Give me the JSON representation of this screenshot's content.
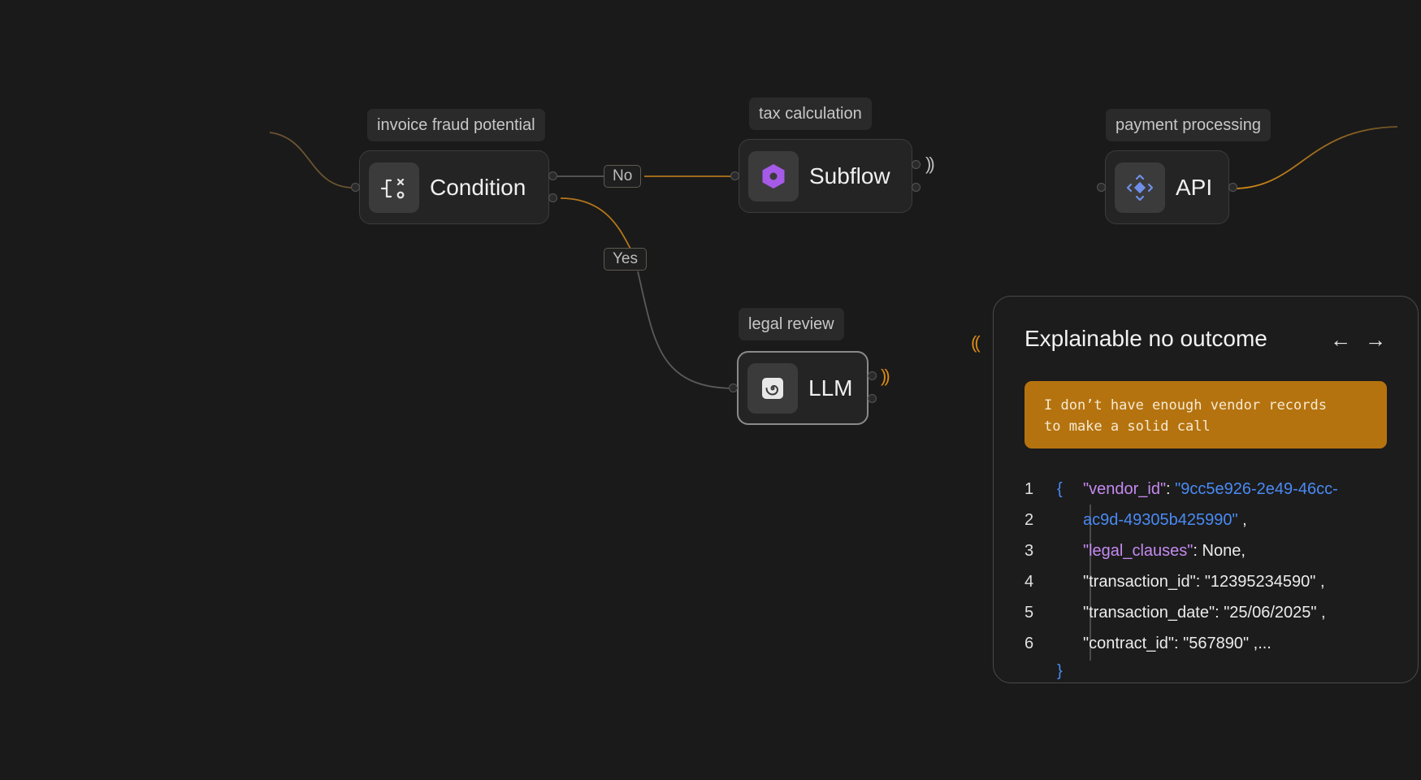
{
  "nodes": {
    "condition": {
      "tag": "invoice fraud potential",
      "label": "Condition",
      "icon": "condition-icon"
    },
    "subflow": {
      "tag": "tax calculation",
      "label": "Subflow",
      "icon": "subflow-hexagon-icon",
      "icon_color": "#a55ae8"
    },
    "api": {
      "tag": "payment processing",
      "label": "API",
      "icon": "api-arrows-icon",
      "icon_color": "#6f8fe8"
    },
    "llm": {
      "tag": "legal review",
      "label": "LLM",
      "icon": "llm-spiral-icon"
    }
  },
  "edge_labels": {
    "no": "No",
    "yes": "Yes"
  },
  "colors": {
    "accent": "#d88a14",
    "alert_bg": "#b5730f",
    "key": "#c58af0",
    "string": "#4a8af4"
  },
  "panel": {
    "title": "Explainable no outcome",
    "prev_icon": "←",
    "next_icon": "→",
    "alert_line1": "I don’t have enough vendor records",
    "alert_line2": "to make a solid call",
    "code": {
      "open_brace": "{",
      "close_brace": "}",
      "lines": [
        {
          "num": "1",
          "key": "\"vendor_id\"",
          "sep": ": ",
          "value": "\"9cc5e926-2e49-46cc-"
        },
        {
          "num": "2",
          "value": "ac9d-49305b425990\"",
          "tail": " ,"
        },
        {
          "num": "3",
          "key": "\"legal_clauses\"",
          "tail": ": None,"
        },
        {
          "num": "4",
          "text": "\"transaction_id\": \"12395234590\" ,"
        },
        {
          "num": "5",
          "text": "\"transaction_date\": \"25/06/2025\" ,"
        },
        {
          "num": "6",
          "text": "\"contract_id\": \"567890\" ,..."
        }
      ]
    }
  }
}
